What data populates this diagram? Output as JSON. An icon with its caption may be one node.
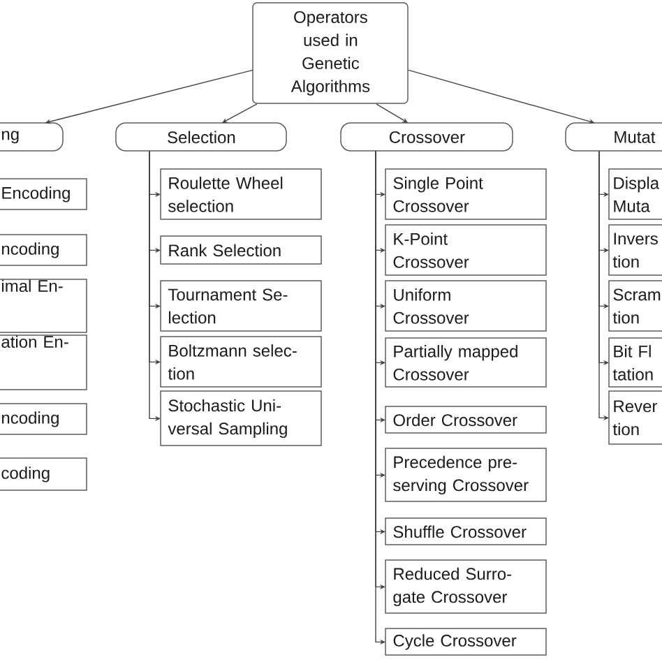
{
  "diagram": {
    "nodes": [
      {
        "text": [
          "Operators used in Genetic Algorithms"
        ]
      },
      {
        "text": [
          "ng"
        ]
      },
      {
        "text": [
          "Selection"
        ]
      },
      {
        "text": [
          "Crossover"
        ]
      },
      {
        "text": [
          "Mutat"
        ]
      },
      {
        "text": [
          "Encoding"
        ]
      },
      {
        "text": [
          "ncoding"
        ]
      },
      {
        "text": [
          "imal En-"
        ]
      },
      {
        "text": [
          "ation En-"
        ]
      },
      {
        "text": [
          "ncoding"
        ]
      },
      {
        "text": [
          "coding"
        ]
      },
      {
        "text": [
          "Roulette Wheel selection"
        ]
      },
      {
        "text": [
          "Rank Selection"
        ]
      },
      {
        "text": [
          "Tournament Se- lection"
        ]
      },
      {
        "text": [
          "Boltzmann selec- tion"
        ]
      },
      {
        "text": [
          "Stochastic Uni- versal Sampling"
        ]
      },
      {
        "text": [
          "Single Point Crossover"
        ]
      },
      {
        "text": [
          "K-Point Crossover"
        ]
      },
      {
        "text": [
          "Uniform Crossover"
        ]
      },
      {
        "text": [
          "Partially mapped Crossover"
        ]
      },
      {
        "text": [
          "Order Crossover"
        ]
      },
      {
        "text": [
          "Precedence pre- serving Crossover"
        ]
      },
      {
        "text": [
          "Shuffle Crossover"
        ]
      },
      {
        "text": [
          "Reduced Surro- gate Crossover"
        ]
      },
      {
        "text": [
          "Cycle Crossover"
        ]
      },
      {
        "text": [
          "Displa Muta"
        ]
      },
      {
        "text": [
          "Invers tion"
        ]
      },
      {
        "text": [
          "Scram tion"
        ]
      },
      {
        "text": [
          "Bit Fl tation"
        ]
      },
      {
        "text": [
          "Rever tion"
        ]
      }
    ],
    "edges": [
      {
        "from": 0,
        "to": 1,
        "arrow": "to"
      },
      {
        "from": 0,
        "to": 2,
        "arrow": "to"
      },
      {
        "from": 0,
        "to": 3,
        "arrow": "to"
      },
      {
        "from": 0,
        "to": 4,
        "arrow": "to"
      },
      {
        "from": 2,
        "to": 11,
        "arrow": "to"
      },
      {
        "from": 2,
        "to": 12,
        "arrow": "to"
      },
      {
        "from": 2,
        "to": 13,
        "arrow": "to"
      },
      {
        "from": 2,
        "to": 14,
        "arrow": "to"
      },
      {
        "from": 2,
        "to": 15,
        "arrow": "to"
      },
      {
        "from": 3,
        "to": 16,
        "arrow": "to"
      },
      {
        "from": 3,
        "to": 17,
        "arrow": "to"
      },
      {
        "from": 3,
        "to": 18,
        "arrow": "to"
      },
      {
        "from": 3,
        "to": 19,
        "arrow": "to"
      },
      {
        "from": 3,
        "to": 20,
        "arrow": "to"
      },
      {
        "from": 3,
        "to": 21,
        "arrow": "to"
      },
      {
        "from": 3,
        "to": 22,
        "arrow": "to"
      },
      {
        "from": 3,
        "to": 23,
        "arrow": "to"
      },
      {
        "from": 3,
        "to": 24,
        "arrow": "to"
      },
      {
        "from": 4,
        "to": 25,
        "arrow": "to"
      },
      {
        "from": 4,
        "to": 26,
        "arrow": "to"
      },
      {
        "from": 4,
        "to": 27,
        "arrow": "to"
      },
      {
        "from": 4,
        "to": 28,
        "arrow": "to"
      },
      {
        "from": 4,
        "to": 29,
        "arrow": "to"
      }
    ]
  }
}
